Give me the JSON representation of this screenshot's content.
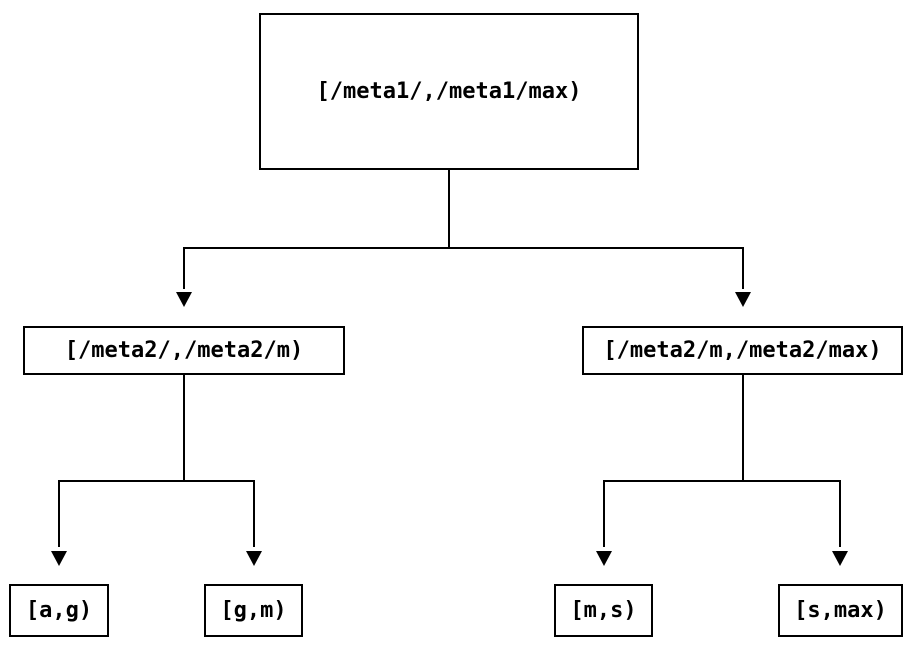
{
  "diagram": {
    "type": "tree",
    "background_color": "#ffffff",
    "line_color": "#000000",
    "box_border_color": "#000000",
    "text_color": "#000000",
    "nodes": {
      "root": {
        "label": "[/meta1/,/meta1/max)"
      },
      "left_child": {
        "label": "[/meta2/,/meta2/m)"
      },
      "right_child": {
        "label": "[/meta2/m,/meta2/max)"
      },
      "leaf_ag": {
        "label": "[a,g)"
      },
      "leaf_gm": {
        "label": "[g,m)"
      },
      "leaf_ms": {
        "label": "[m,s)"
      },
      "leaf_smax": {
        "label": "[s,max)"
      }
    },
    "edges": [
      {
        "from": "root",
        "to": "left_child"
      },
      {
        "from": "root",
        "to": "right_child"
      },
      {
        "from": "left_child",
        "to": "leaf_ag"
      },
      {
        "from": "left_child",
        "to": "leaf_gm"
      },
      {
        "from": "right_child",
        "to": "leaf_ms"
      },
      {
        "from": "right_child",
        "to": "leaf_smax"
      }
    ]
  }
}
